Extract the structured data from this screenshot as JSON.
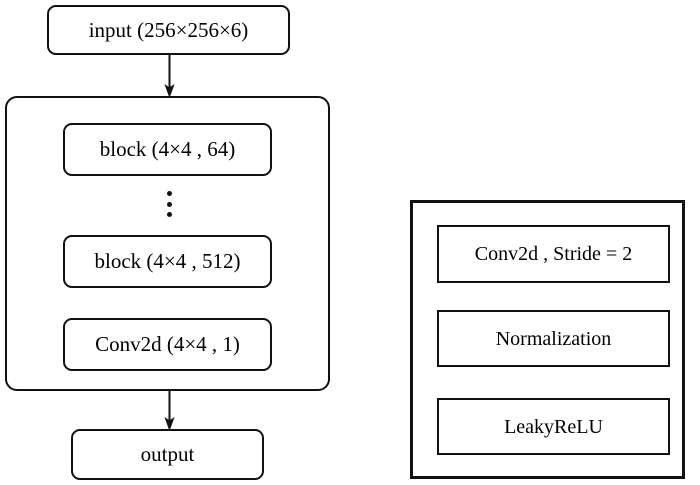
{
  "figure": {
    "type": "neural-network-architecture-diagram",
    "background_color": "#ffffff",
    "stroke_color": "#111111"
  },
  "left_column": {
    "input_node": {
      "label": "input (256×256×6)"
    },
    "arrow_input_to_stack": {
      "icon": "down-arrow-icon"
    },
    "stack_container": {
      "items": [
        {
          "label": "block (4×4 , 64)"
        },
        {
          "label": "block (4×4 , 512)"
        },
        {
          "label": "Conv2d (4×4 , 1)"
        }
      ],
      "ellipsis": {
        "icon": "vertical-ellipsis-icon",
        "label": "⋮"
      }
    },
    "arrow_stack_to_output": {
      "icon": "down-arrow-icon"
    },
    "output_node": {
      "label": "output"
    }
  },
  "right_panel": {
    "items": [
      {
        "label": "Conv2d , Stride = 2"
      },
      {
        "label": "Normalization"
      },
      {
        "label": "LeakyReLU"
      }
    ]
  }
}
